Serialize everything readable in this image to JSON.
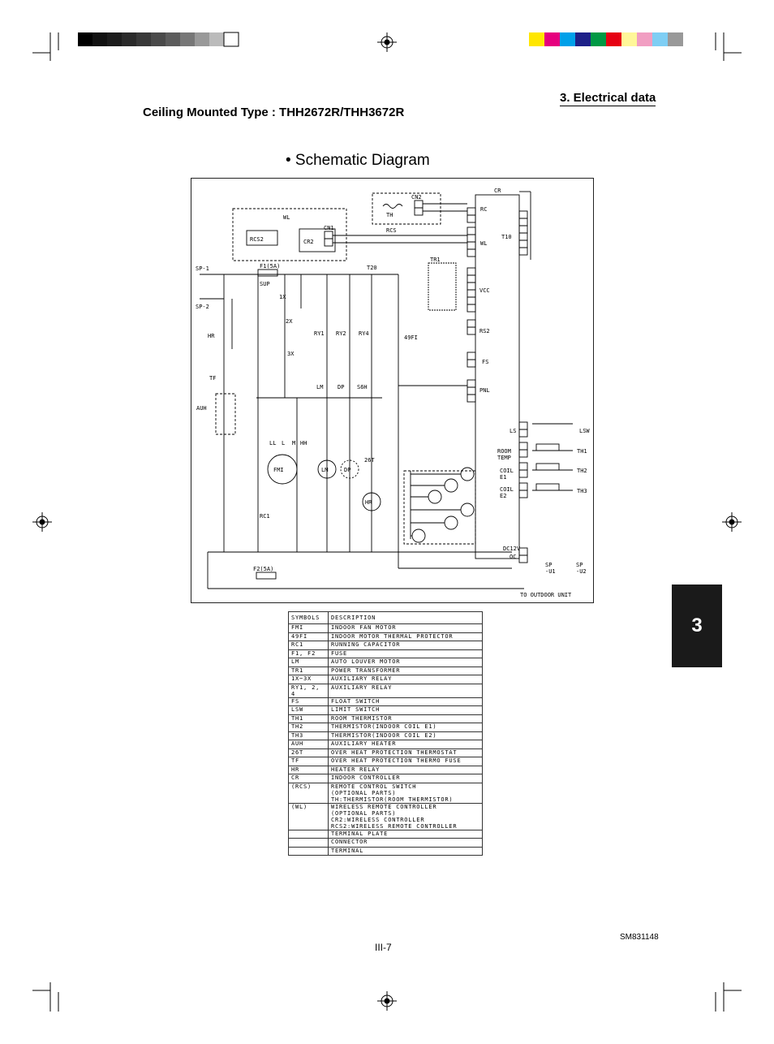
{
  "header": {
    "section": "3. Electrical data",
    "model_title": "Ceiling Mounted Type : THH2672R/THH3672R",
    "diagram_title": "• Schematic Diagram"
  },
  "chapter_tab": "3",
  "diagram_labels": {
    "wl": "WL",
    "rcs2": "RCS2",
    "cr2": "CR2",
    "cn1": "CN1",
    "cn2": "CN2",
    "th": "TH",
    "rcs": "RCS",
    "cr": "CR",
    "rc": "RC",
    "wl2": "WL",
    "t10": "T10",
    "tr1": "TR1",
    "vcc": "VCC",
    "rs2": "RS2",
    "fs": "FS",
    "pnl": "PNL",
    "ls": "LS",
    "lsw": "LSW",
    "room_temp": "ROOM\nTEMP",
    "coil_e1": "COIL\nE1",
    "coil_e2": "COIL\nE2",
    "th1": "TH1",
    "th2": "TH2",
    "th3": "TH3",
    "dc12v": "DC12V",
    "oc": "OC",
    "sp1": "SP-1",
    "sp2": "SP-2",
    "sp_u1": "SP\n-U1",
    "sp_u2": "SP\n-U2",
    "f1": "F1(5A)",
    "f2": "F2(5A)",
    "t20": "T20",
    "sup": "SUP",
    "hr": "HR",
    "tf": "TF",
    "auh": "AUH",
    "x1": "1X",
    "x2": "2X",
    "x3": "3X",
    "ry1": "RY1",
    "ry2": "RY2",
    "ry4": "RY4",
    "f49": "49FI",
    "fmi": "FMI",
    "lm": "LM",
    "dp": "DP",
    "hr2": "HR",
    "t26": "26T",
    "rc1": "RC1",
    "ll": "LL",
    "l": "L",
    "m": "M",
    "hh": "HH",
    "lm2": "LM",
    "dp2": "DP",
    "s6h": "S6H",
    "to_outdoor": "TO OUTDOOR UNIT"
  },
  "legend": {
    "col_symbols": "SYMBOLS",
    "col_description": "DESCRIPTION",
    "rows": [
      {
        "sym": "FMI",
        "desc": "INDOOR FAN MOTOR"
      },
      {
        "sym": "49FI",
        "desc": "INDOOR MOTOR THERMAL PROTECTOR"
      },
      {
        "sym": "RC1",
        "desc": "RUNNING CAPACITOR"
      },
      {
        "sym": "F1, F2",
        "desc": "FUSE"
      },
      {
        "sym": "LM",
        "desc": "AUTO LOUVER MOTOR"
      },
      {
        "sym": "TR1",
        "desc": "POWER TRANSFORMER"
      },
      {
        "sym": "1X~3X",
        "desc": "AUXILIARY RELAY"
      },
      {
        "sym": "RY1, 2, 4",
        "desc": "AUXILIARY RELAY"
      },
      {
        "sym": "FS",
        "desc": "FLOAT SWITCH"
      },
      {
        "sym": "LSW",
        "desc": "LIMIT SWITCH"
      },
      {
        "sym": "TH1",
        "desc": "ROOM THERMISTOR"
      },
      {
        "sym": "TH2",
        "desc": "THERMISTOR(INDOOR COIL E1)"
      },
      {
        "sym": "TH3",
        "desc": "THERMISTOR(INDOOR COIL E2)"
      },
      {
        "sym": "AUH",
        "desc": "AUXILIARY HEATER"
      },
      {
        "sym": "26T",
        "desc": "OVER HEAT PROTECTION THERMOSTAT"
      },
      {
        "sym": "TF",
        "desc": "OVER HEAT PROTECTION THERMO FUSE"
      },
      {
        "sym": "HR",
        "desc": "HEATER RELAY"
      },
      {
        "sym": "CR",
        "desc": "INDOOR CONTROLLER"
      },
      {
        "sym": "(RCS)",
        "desc": "REMOTE CONTROL SWITCH\n(OPTIONAL PARTS)\nTH:THERMISTOR(ROOM THERMISTOR)"
      },
      {
        "sym": "(WL)",
        "desc": "WIRELESS REMOTE CONTROLLER\n(OPTIONAL PARTS)\nCR2:WIRELESS CONTROLLER\nRCS2:WIRELESS REMOTE CONTROLLER"
      },
      {
        "sym": "",
        "desc": "TERMINAL PLATE"
      },
      {
        "sym": "",
        "desc": "CONNECTOR"
      },
      {
        "sym": "",
        "desc": "TERMINAL"
      }
    ]
  },
  "footer": {
    "doc_code": "SM831148",
    "page_number": "III-7"
  },
  "colors": {
    "registration_bar": [
      "#ffe600",
      "#e6007e",
      "#00a0e9",
      "#1d2088",
      "#009944",
      "#e60012",
      "#fff799",
      "#f19ec2",
      "#7ecef4",
      "#999999"
    ]
  }
}
